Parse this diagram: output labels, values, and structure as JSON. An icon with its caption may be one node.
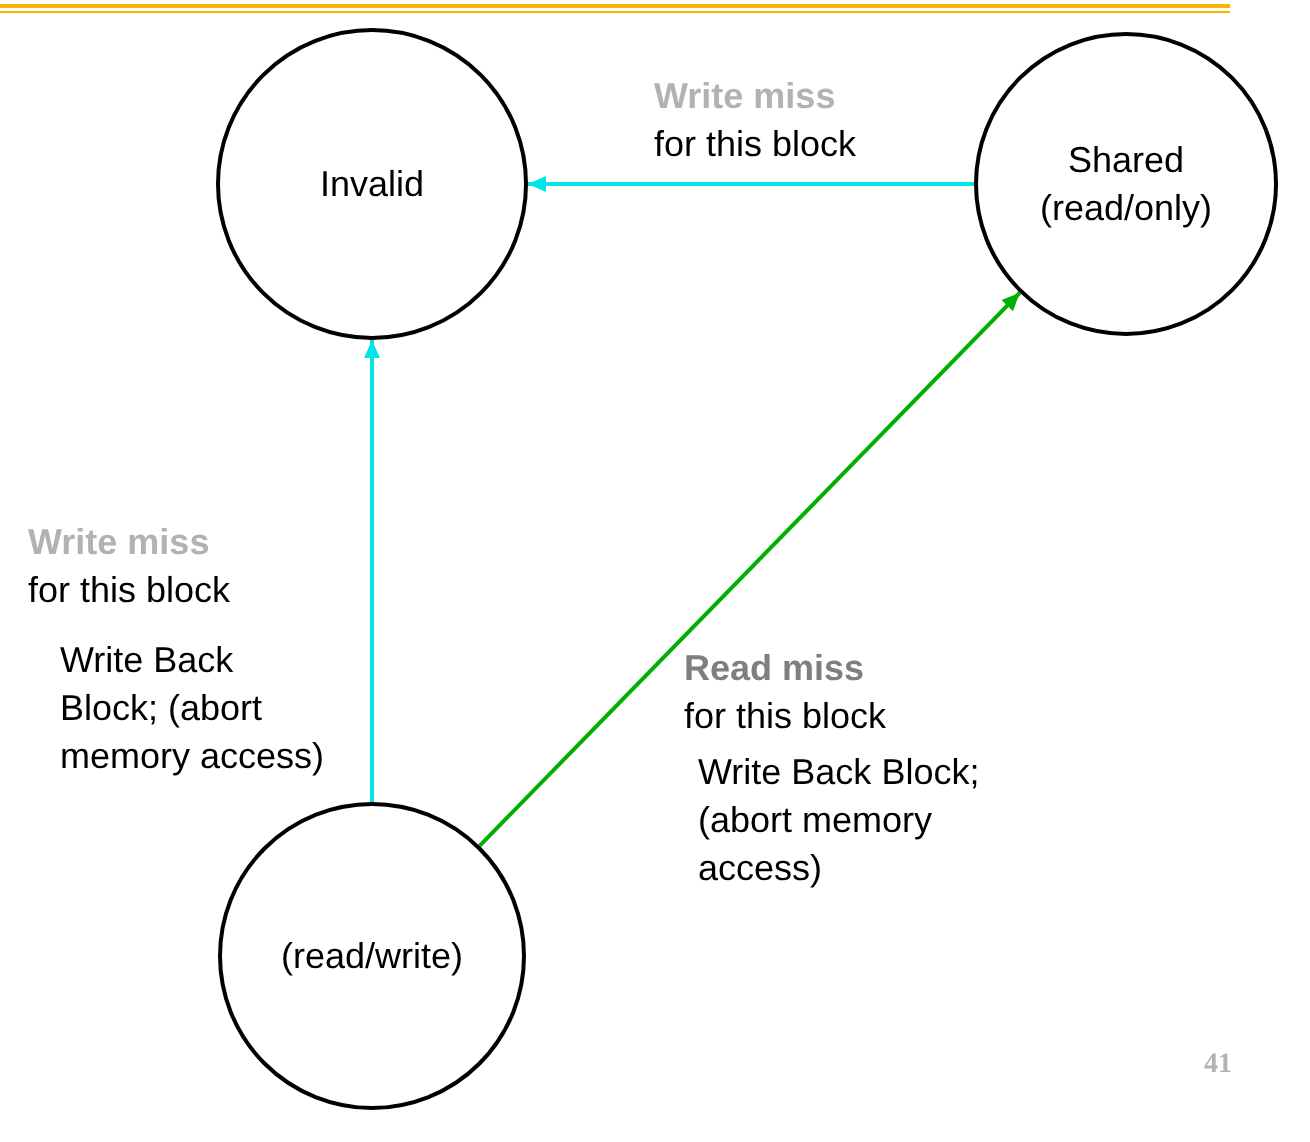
{
  "diagram": {
    "nodes": [
      {
        "text": [
          "Invalid"
        ]
      },
      {
        "text": [
          "Shared (read/only)"
        ]
      },
      {
        "text": [
          "(read/write)"
        ]
      }
    ],
    "edges": [
      {
        "from": 1,
        "to": 0,
        "arrow": "to",
        "label": "**Write miss** for this block",
        "color": "#00e5e5"
      },
      {
        "from": 2,
        "to": 0,
        "arrow": "to",
        "label": "**Write miss** for this block",
        "color": "#00e5e5"
      },
      {
        "from": 2,
        "to": 1,
        "arrow": "to",
        "label": "**Read miss** for this block",
        "color": "#00b000"
      }
    ],
    "labels": [
      "Write Back Block; (abort memory access)",
      "Write Back Block; (abort memory access)",
      "41"
    ]
  }
}
